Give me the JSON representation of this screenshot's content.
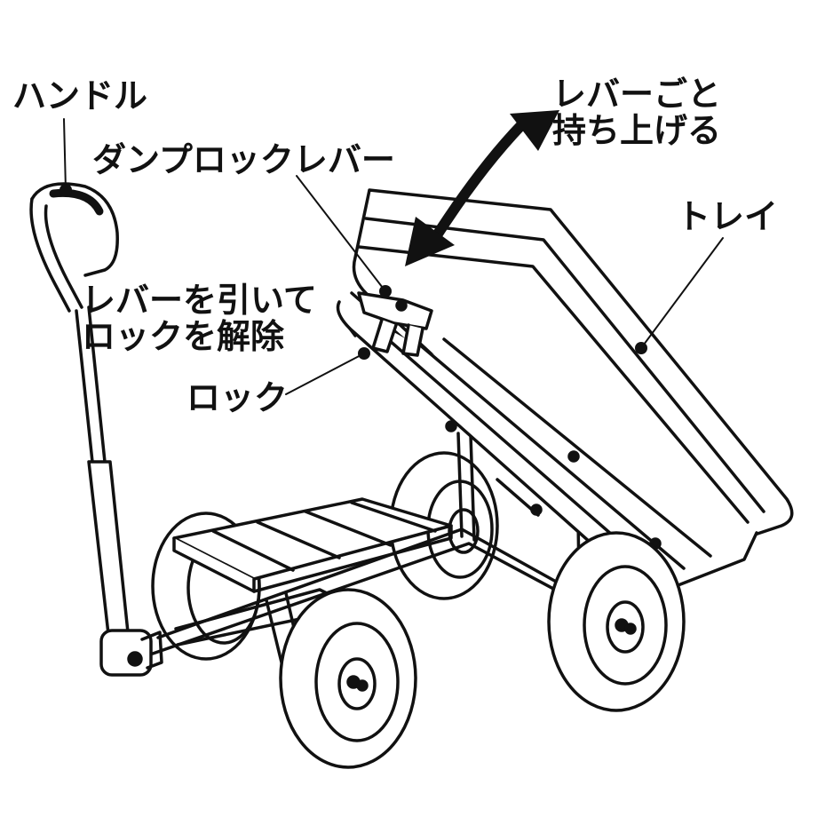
{
  "labels": {
    "handle": "ハンドル",
    "dump_lever": "ダンプロックレバー",
    "lift_line1": "レバーごと",
    "lift_line2": "持ち上げる",
    "tray": "トレイ",
    "release_line1": "レバーを引いて",
    "release_line2": "ロックを解除",
    "lock": "ロック"
  },
  "colors": {
    "ink": "#111111",
    "paper": "#ffffff"
  },
  "icons": {
    "lift_direction": "double-arrow-icon"
  }
}
